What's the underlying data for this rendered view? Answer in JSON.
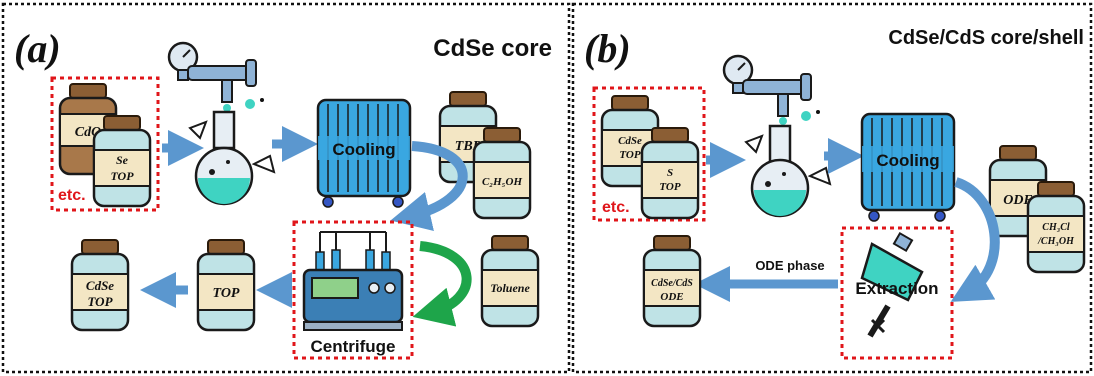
{
  "panel_a": {
    "letter": "(a)",
    "title": "CdSe core",
    "etc": "etc.",
    "jar_cdo": "CdO",
    "jar_se_line1": "Se",
    "jar_se_line2": "TOP",
    "cooling": "Cooling",
    "jar_tbp": "TBP",
    "jar_ethanol": "C₂H₅OH",
    "jar_toluene": "Toluene",
    "centrifuge": "Centrifuge",
    "jar_top": "TOP",
    "jar_product_line1": "CdSe",
    "jar_product_line2": "TOP"
  },
  "panel_b": {
    "letter": "(b)",
    "title": "CdSe/CdS core/shell",
    "etc": "etc.",
    "jar_cdse_line1": "CdSe",
    "jar_cdse_line2": "TOP",
    "jar_s_line1": "S",
    "jar_s_line2": "TOP",
    "cooling": "Cooling",
    "jar_ode": "ODE",
    "jar_solvent_line1": "CH₃Cl",
    "jar_solvent_line2": "/CH₃OH",
    "extraction": "Extraction",
    "ode_phase": "ODE phase",
    "jar_product_line1": "CdSe/CdS",
    "jar_product_line2": "ODE"
  },
  "colors": {
    "jar_lid": "#8b5e34",
    "jar_body": "#bfe3e6",
    "jar_label": "#f3e6c4",
    "cdo_body": "#a8784a",
    "arrow": "#5b97cf",
    "green_arrow": "#1ea54a",
    "etc_red": "#e0161a",
    "cooler": "#3aa7e0",
    "flask_liquid": "#3fd3c2"
  }
}
